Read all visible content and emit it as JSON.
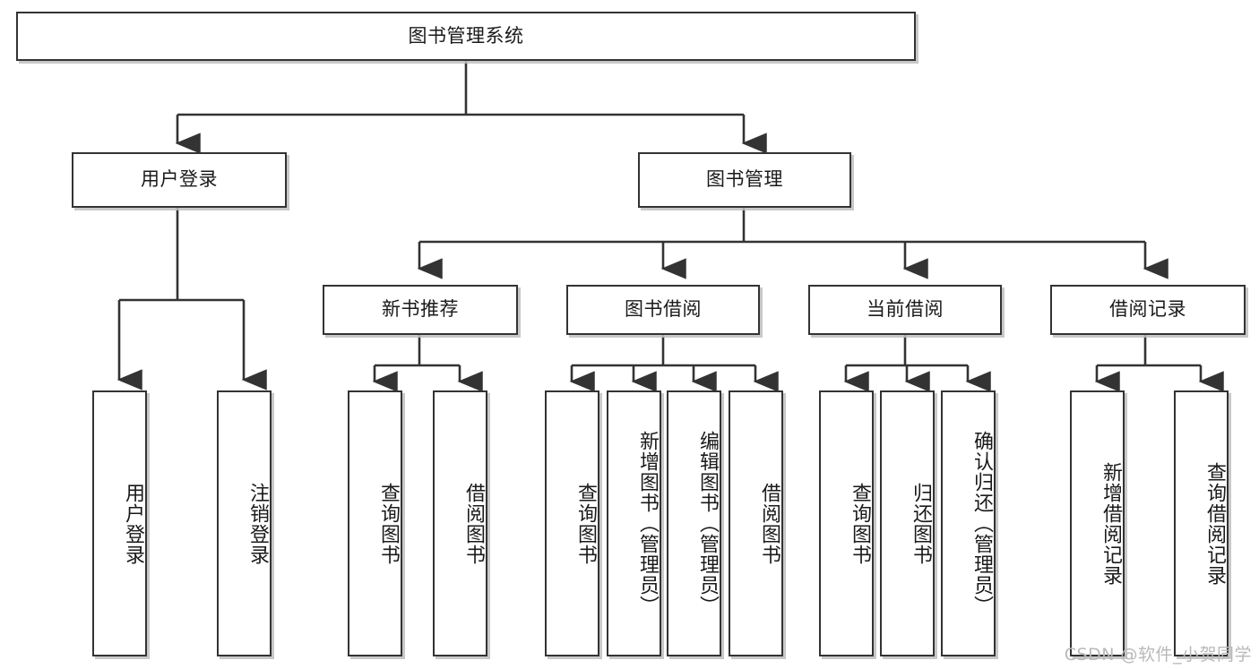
{
  "diagram": {
    "title": "图书管理系统",
    "type": "tree-hierarchy-chart",
    "root": {
      "id": "root",
      "label": "图书管理系统"
    },
    "level2": [
      {
        "id": "user-login",
        "label": "用户登录"
      },
      {
        "id": "book-management",
        "label": "图书管理"
      }
    ],
    "level3": [
      {
        "id": "new-book-recommend",
        "label": "新书推荐"
      },
      {
        "id": "book-borrow",
        "label": "图书借阅"
      },
      {
        "id": "current-borrow",
        "label": "当前借阅"
      },
      {
        "id": "borrow-record",
        "label": "借阅记录"
      }
    ],
    "leaves": {
      "user_login": [
        {
          "id": "leaf-user-login",
          "label": "用户登录"
        },
        {
          "id": "leaf-logout",
          "label": "注销登录"
        }
      ],
      "new_book_recommend": [
        {
          "id": "leaf-query-book-1",
          "label": "查询图书"
        },
        {
          "id": "leaf-borrow-book-1",
          "label": "借阅图书"
        }
      ],
      "book_borrow": [
        {
          "id": "leaf-query-book-2",
          "label": "查询图书"
        },
        {
          "id": "leaf-add-book",
          "label": "新增图书（管理员）"
        },
        {
          "id": "leaf-edit-book",
          "label": "编辑图书（管理员）"
        },
        {
          "id": "leaf-borrow-book-2",
          "label": "借阅图书"
        }
      ],
      "current_borrow": [
        {
          "id": "leaf-query-book-3",
          "label": "查询图书"
        },
        {
          "id": "leaf-return-book",
          "label": "归还图书"
        },
        {
          "id": "leaf-confirm-return",
          "label": "确认归还（管理员）"
        }
      ],
      "borrow_record": [
        {
          "id": "leaf-add-record",
          "label": "新增借阅记录"
        },
        {
          "id": "leaf-query-record",
          "label": "查询借阅记录"
        }
      ]
    },
    "colors": {
      "stroke": "#333333",
      "fill": "#ffffff",
      "shadow": "#bebebe",
      "text": "#1a1a1a",
      "watermark": "#b9b9b9"
    }
  },
  "watermark": {
    "text": "CSDN @软件_小贺同学"
  }
}
